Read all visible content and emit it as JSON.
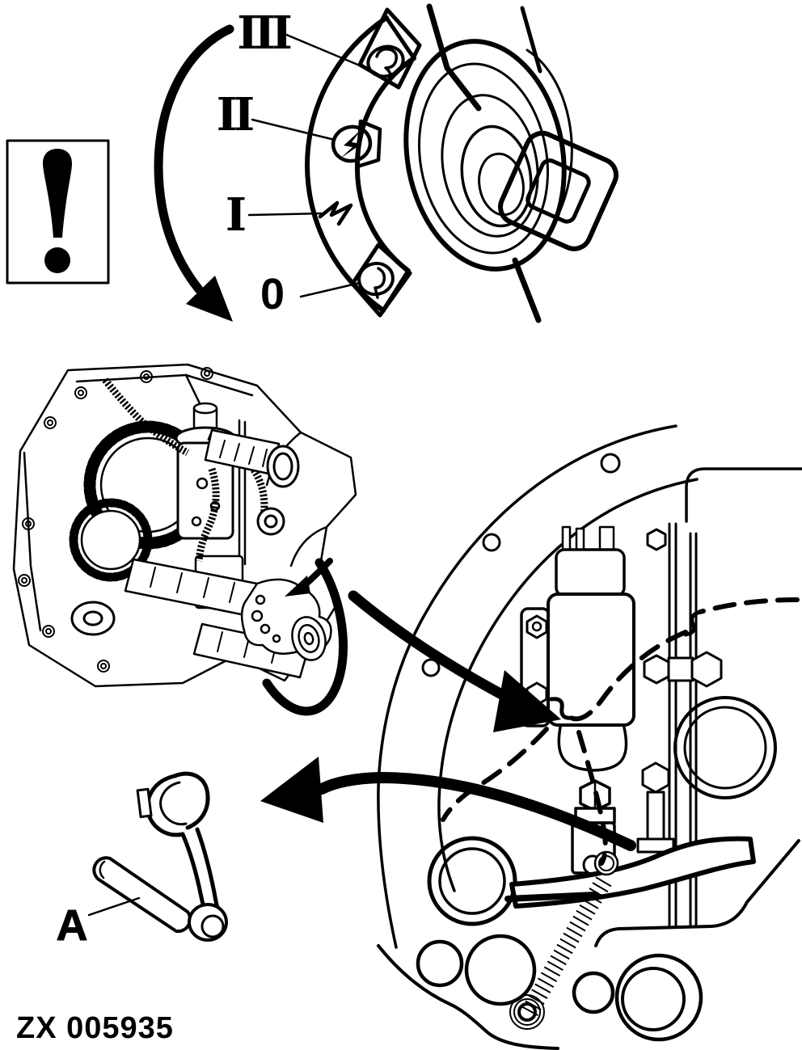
{
  "figure": {
    "code": "ZX 005935"
  },
  "warning": {
    "symbol": "!"
  },
  "ignition": {
    "positions": [
      {
        "id": "preheat",
        "label": "III"
      },
      {
        "id": "start",
        "label": "II"
      },
      {
        "id": "run",
        "label": "I"
      },
      {
        "id": "off",
        "label": "0"
      }
    ]
  },
  "detail": {
    "part_label": "A"
  },
  "icons": {
    "warning": "exclamation-icon",
    "preheat": "glow-plug-curl-icon",
    "start": "lightning-bolt-icon",
    "run": "zigzag-mark-icon",
    "off": "key-release-icon"
  },
  "colors": {
    "ink": "#000000",
    "paper": "#ffffff"
  }
}
